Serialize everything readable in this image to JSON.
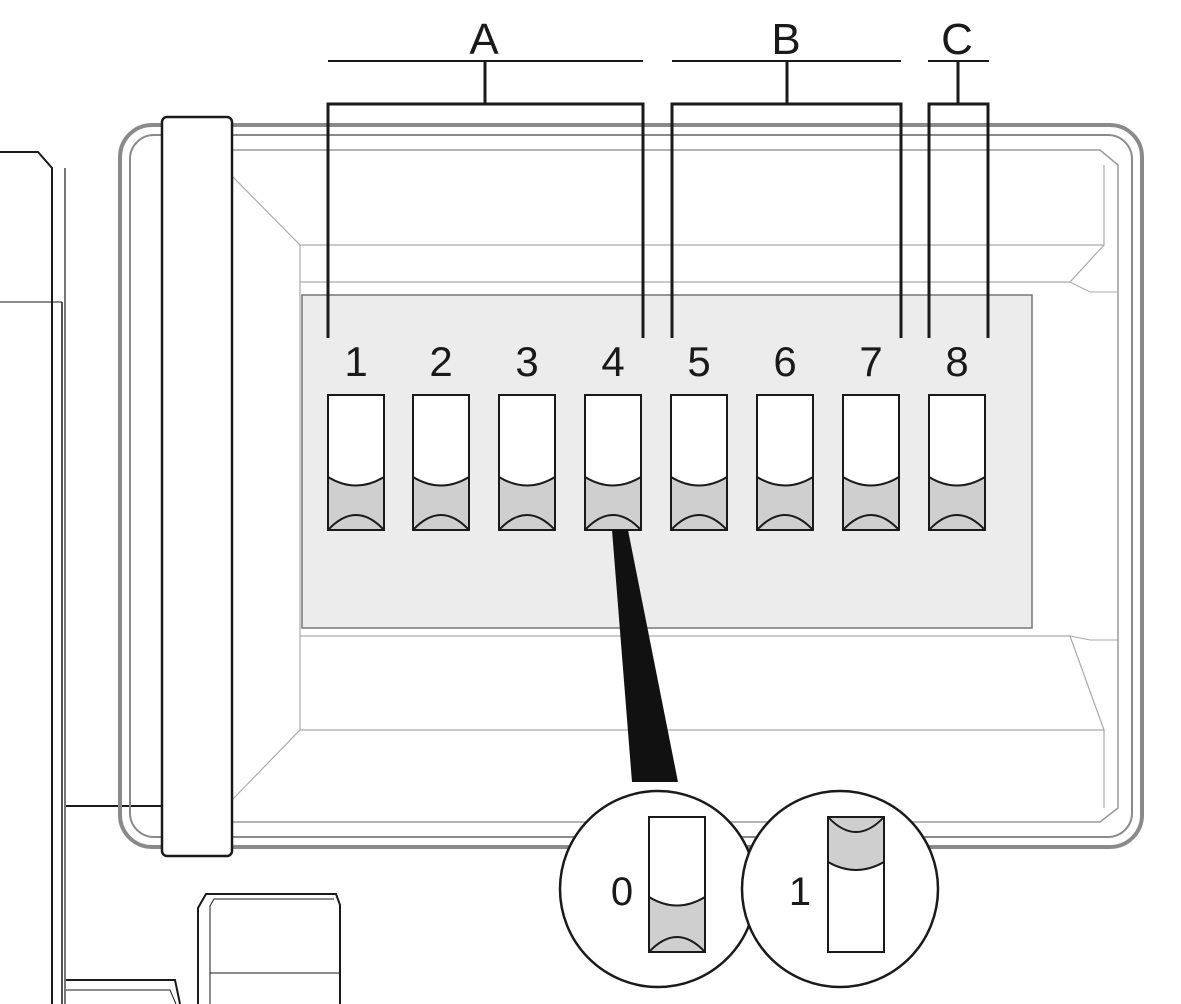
{
  "groups": [
    {
      "label": "A",
      "switches": [
        "1",
        "2",
        "3",
        "4"
      ]
    },
    {
      "label": "B",
      "switches": [
        "5",
        "6",
        "7"
      ]
    },
    {
      "label": "C",
      "switches": [
        "8"
      ]
    }
  ],
  "switches": [
    {
      "label": "1",
      "position": "0"
    },
    {
      "label": "2",
      "position": "0"
    },
    {
      "label": "3",
      "position": "0"
    },
    {
      "label": "4",
      "position": "0"
    },
    {
      "label": "5",
      "position": "0"
    },
    {
      "label": "6",
      "position": "0"
    },
    {
      "label": "7",
      "position": "0"
    },
    {
      "label": "8",
      "position": "0"
    }
  ],
  "legend": [
    {
      "label": "0",
      "state": "off"
    },
    {
      "label": "1",
      "state": "on"
    }
  ],
  "colors": {
    "line": "#1a1a1a",
    "panel": "#ececec",
    "switch_fill": "#cfcfcf",
    "housing_line": "#8a8a8a"
  }
}
